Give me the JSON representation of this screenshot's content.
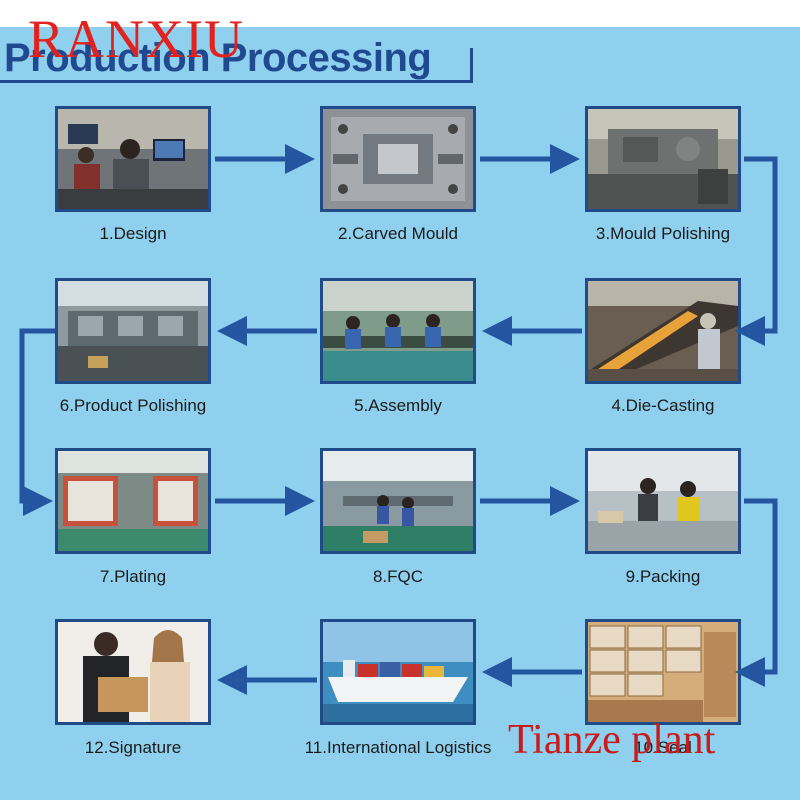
{
  "header": {
    "title": "Production Processing"
  },
  "brand": {
    "logo_text": "RANXIU"
  },
  "watermark": {
    "text": "Tianze plant"
  },
  "colors": {
    "background": "#8fd0ee",
    "title": "#1f4a90",
    "arrow": "#2355a0",
    "frame": "#204b86",
    "brand_red": "#e1221f"
  },
  "steps": [
    {
      "label": "1.Design",
      "icon": "design-icon"
    },
    {
      "label": "2.Carved Mould",
      "icon": "mould-icon"
    },
    {
      "label": "3.Mould Polishing",
      "icon": "polishing-machine-icon"
    },
    {
      "label": "4.Die-Casting",
      "icon": "die-casting-icon"
    },
    {
      "label": "5.Assembly",
      "icon": "assembly-line-icon"
    },
    {
      "label": "6.Product Polishing",
      "icon": "product-polishing-icon"
    },
    {
      "label": "7.Plating",
      "icon": "plating-icon"
    },
    {
      "label": "8.FQC",
      "icon": "quality-check-icon"
    },
    {
      "label": "9.Packing",
      "icon": "packing-icon"
    },
    {
      "label": "10.Seal",
      "icon": "sealed-boxes-icon"
    },
    {
      "label": "11.International Logistics",
      "icon": "cargo-ship-icon"
    },
    {
      "label": "12.Signature",
      "icon": "signature-icon"
    }
  ]
}
